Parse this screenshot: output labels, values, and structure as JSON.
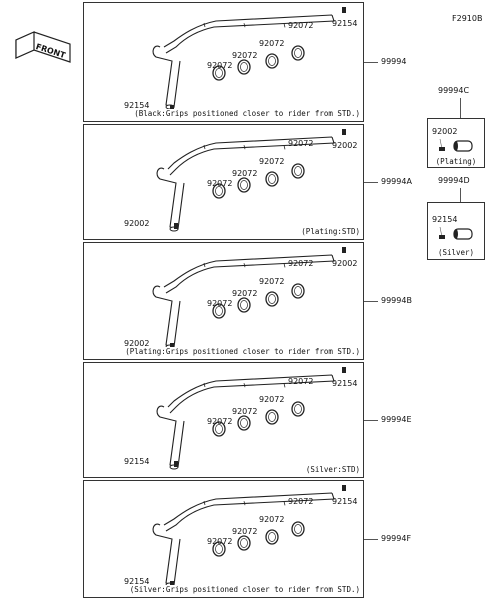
{
  "figure_code": "F2910B",
  "front_label": "FRONT",
  "panels": [
    {
      "id": "p1",
      "ref": "99994",
      "caption": "(Black:Grips positioned closer to rider from STD.)",
      "parts": [
        "92154",
        "92072",
        "92072",
        "92072",
        "92072",
        "92154"
      ]
    },
    {
      "id": "p2",
      "ref": "99994A",
      "caption": "(Plating:STD)",
      "parts": [
        "92002",
        "92072",
        "92072",
        "92072",
        "92072",
        "92002"
      ]
    },
    {
      "id": "p3",
      "ref": "99994B",
      "caption": "(Plating:Grips positioned closer to rider from STD.)",
      "parts": [
        "92002",
        "92072",
        "92072",
        "92072",
        "92072",
        "92002"
      ]
    },
    {
      "id": "p4",
      "ref": "99994E",
      "caption": "(Silver:STD)",
      "parts": [
        "92154",
        "92072",
        "92072",
        "92072",
        "92072",
        "92154"
      ]
    },
    {
      "id": "p5",
      "ref": "99994F",
      "caption": "(Silver:Grips positioned closer to rider from STD.)",
      "parts": [
        "92154",
        "92072",
        "92072",
        "92072",
        "92072",
        "92154"
      ]
    }
  ],
  "side_kits": [
    {
      "ref": "99994C",
      "part": "92002",
      "caption": "(Plating)"
    },
    {
      "ref": "99994D",
      "part": "92154",
      "caption": "(Silver)"
    }
  ]
}
